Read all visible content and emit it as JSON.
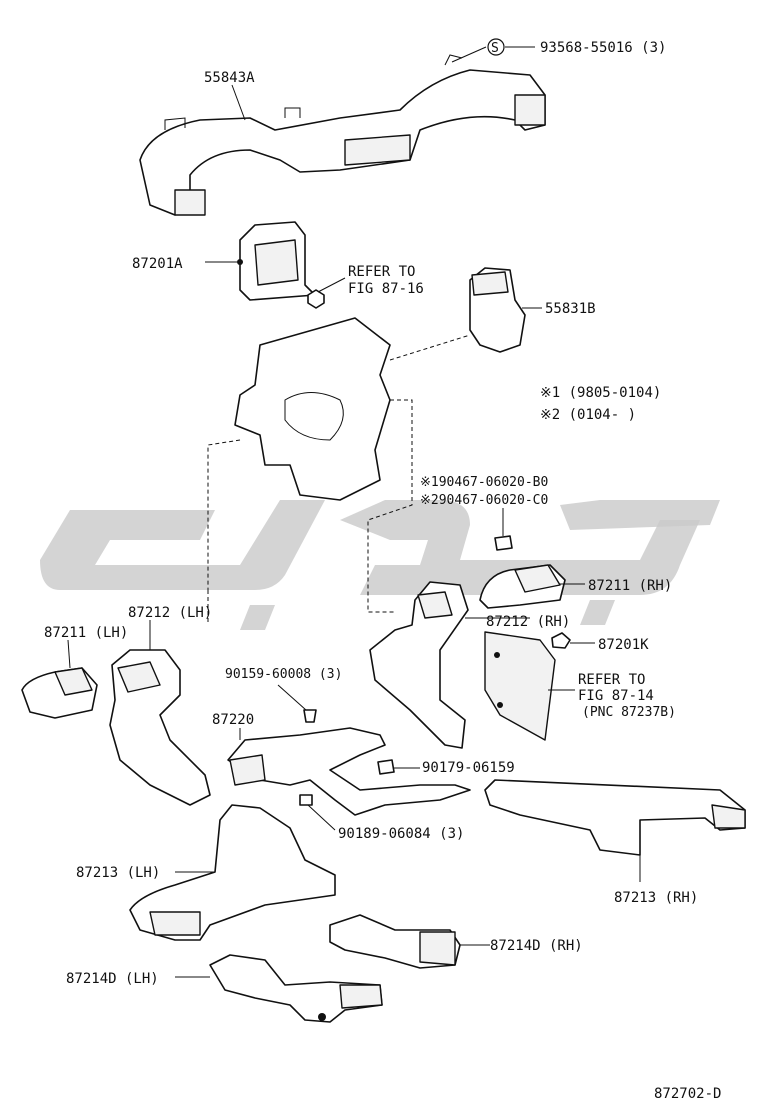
{
  "diagram_id": "872702-D",
  "labels": {
    "p55843A": "55843A",
    "p93568": "93568-55016 (3)",
    "p87201A": "87201A",
    "refer1_l1": "REFER TO",
    "refer1_l2": "FIG 87-16",
    "p55831B": "55831B",
    "note1": "※1 (9805-0104)",
    "note2": "※2 (0104-      )",
    "bolt_l1": "※190467-06020-B0",
    "bolt_l2": "※290467-06020-C0",
    "p87211RH": "87211 (RH)",
    "p87212LH": "87212 (LH)",
    "p87211LH": "87211 (LH)",
    "p87212RH": "87212 (RH)",
    "p87201K": "87201K",
    "refer2_l1": "REFER TO",
    "refer2_l2": "FIG 87-14",
    "refer2_l3": "(PNC 87237B)",
    "p90159": "90159-60008 (3)",
    "p87220": "87220",
    "p90179": "90179-06159",
    "p90189": "90189-06084 (3)",
    "p87213LH": "87213 (LH)",
    "p87213RH": "87213 (RH)",
    "p87214DRH": "87214D (RH)",
    "p87214DLH": "87214D (LH)"
  },
  "icons": {
    "s_mark": "S",
    "watermark": "watermark-logo"
  }
}
